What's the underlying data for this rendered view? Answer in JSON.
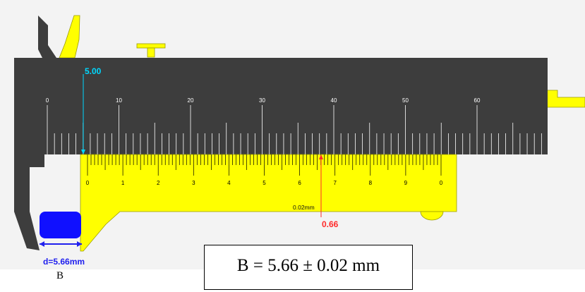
{
  "readings": {
    "main_scale": "5.00",
    "vernier": "0.66",
    "least_count": "0.02mm",
    "diameter": "d=5.66mm"
  },
  "main_scale_labels": [
    "0",
    "10",
    "20",
    "30",
    "40",
    "50",
    "60"
  ],
  "vernier_labels": [
    "0",
    "1",
    "2",
    "3",
    "4",
    "5",
    "6",
    "7",
    "8",
    "9",
    "0"
  ],
  "result": "B = 5.66 ± 0.02 mm",
  "footer_label": "B",
  "colors": {
    "beam": "#3d3d3d",
    "vernier_slide": "#ffff00",
    "object": "#1010ff",
    "main_reading": "#00d8ff",
    "vernier_reading": "#ff2a2a",
    "diameter_readout": "#2020ee"
  }
}
